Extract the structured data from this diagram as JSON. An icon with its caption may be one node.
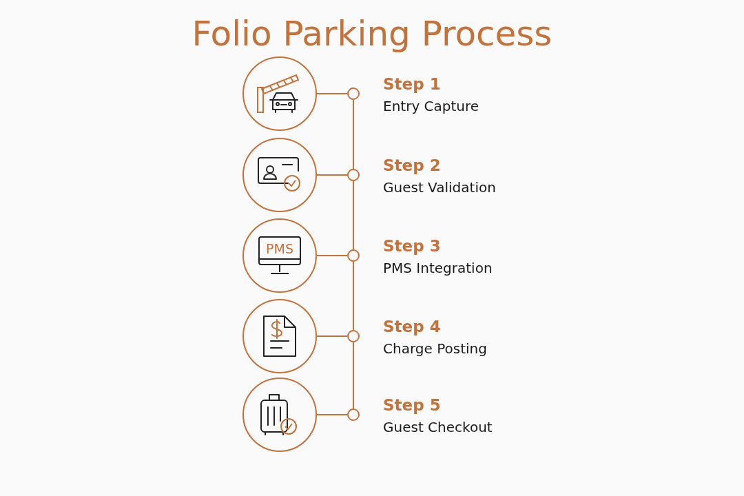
{
  "diagram": {
    "title": "Folio Parking Process",
    "nodes": [
      {
        "text": [],
        "shape": "circle"
      },
      {
        "text": [],
        "shape": "circle",
        "beside": [
          "Step 1",
          "Entry Capture"
        ]
      },
      {
        "text": [],
        "shape": "circle"
      },
      {
        "text": [],
        "shape": "circle",
        "beside": [
          "Step 2",
          "Guest Validation"
        ]
      },
      {
        "text": [
          "PMS"
        ]
      },
      {
        "text": [],
        "shape": "circle",
        "beside": [
          "Step 3",
          "PMS Integration"
        ]
      },
      {
        "text": [],
        "shape": "circle"
      },
      {
        "text": [],
        "shape": "circle",
        "beside": [
          "Step 4",
          "Charge Posting"
        ]
      },
      {
        "text": [],
        "shape": "circle"
      },
      {
        "text": [],
        "shape": "circle",
        "beside": [
          "Step 5",
          "Guest Checkout"
        ]
      }
    ],
    "edges": [
      {
        "from": 0,
        "to": 1,
        "arrow": "none"
      },
      {
        "from": 2,
        "to": 3,
        "arrow": "none"
      },
      {
        "from": 4,
        "to": 5,
        "arrow": "none"
      },
      {
        "from": 6,
        "to": 7,
        "arrow": "none"
      },
      {
        "from": 8,
        "to": 9,
        "arrow": "none"
      },
      {
        "from": 1,
        "to": 3,
        "arrow": "none"
      },
      {
        "from": 3,
        "to": 5,
        "arrow": "none"
      },
      {
        "from": 5,
        "to": 7,
        "arrow": "none"
      },
      {
        "from": 7,
        "to": 9,
        "arrow": "none"
      }
    ]
  }
}
